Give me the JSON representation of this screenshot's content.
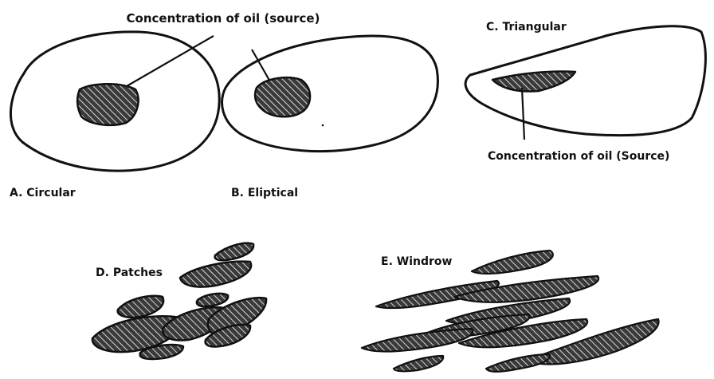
{
  "figure": {
    "top_caption": "Concentration of oil (source)",
    "panels": {
      "a": {
        "label": "A. Circular"
      },
      "b": {
        "label": "B. Eliptical"
      },
      "c": {
        "label": "C. Triangular",
        "caption": "Concentration of oil (Source)"
      },
      "d": {
        "label": "D. Patches"
      },
      "e": {
        "label": "E. Windrow"
      }
    }
  },
  "colors": {
    "ink": "#111111",
    "background": "#ffffff"
  }
}
